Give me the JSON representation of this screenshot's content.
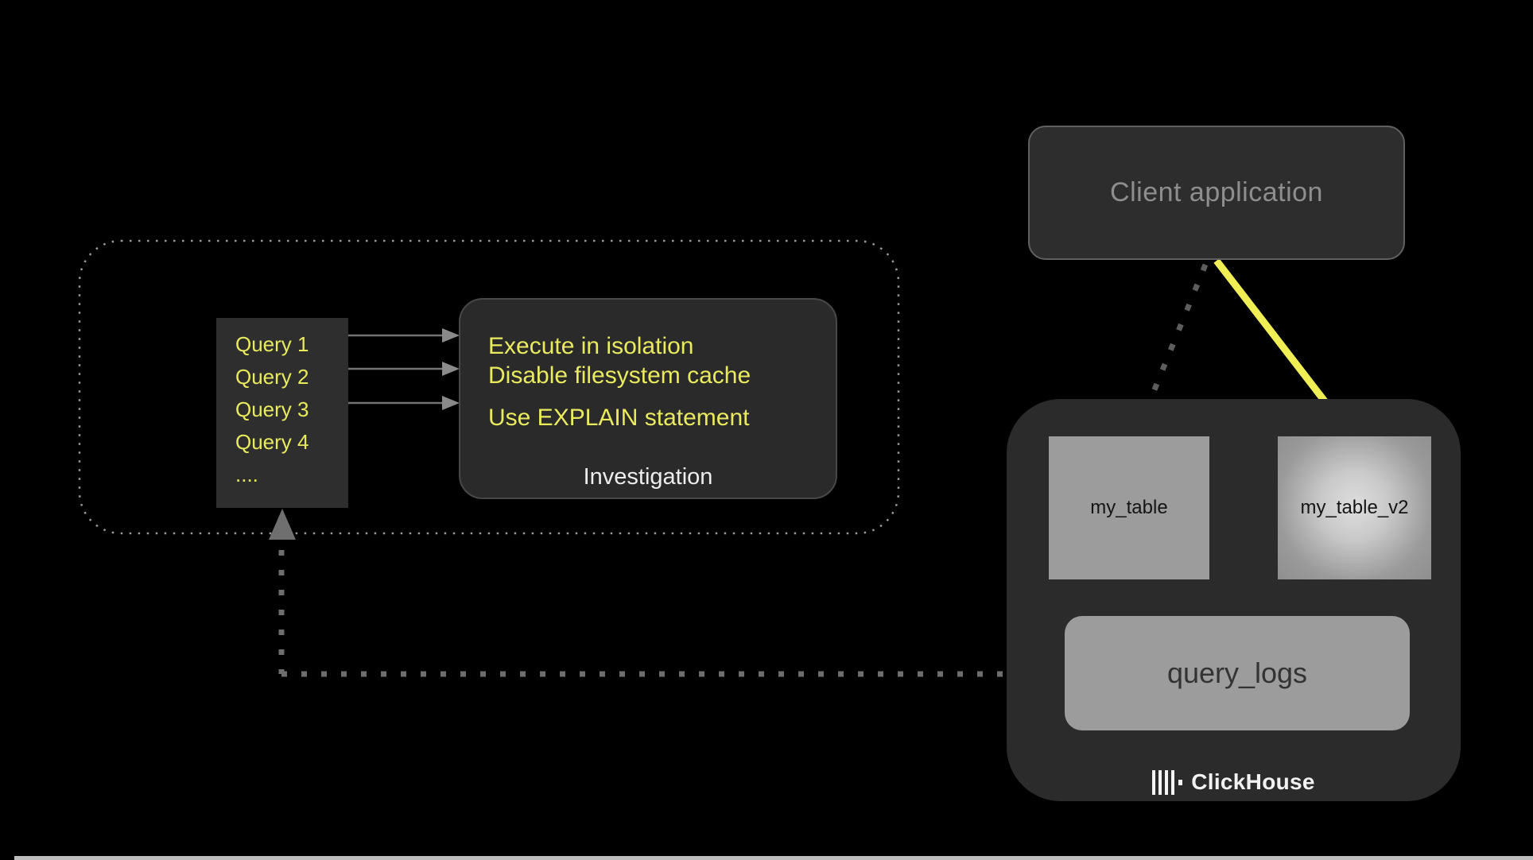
{
  "client_box": {
    "label": "Client application"
  },
  "investigation_flow": {
    "queries": [
      "Query 1",
      "Query 2",
      "Query 3",
      "Query 4",
      "...."
    ],
    "tips": [
      "Execute in isolation",
      "Disable filesystem cache",
      "Use EXPLAIN statement"
    ],
    "label": "Investigation"
  },
  "clickhouse": {
    "table_left": "my_table",
    "table_right": "my_table_v2",
    "logs_table": "query_logs",
    "brand": "ClickHouse"
  },
  "colors": {
    "background": "#000000",
    "panel_fill": "#2d2d2d",
    "panel_border": "#606060",
    "highlight_yellow": "#eaea5e",
    "arrow_yellow": "#f0ee55",
    "arrow_gray": "#777777",
    "table_gray": "#9c9c9c",
    "white_text": "#ededed"
  }
}
